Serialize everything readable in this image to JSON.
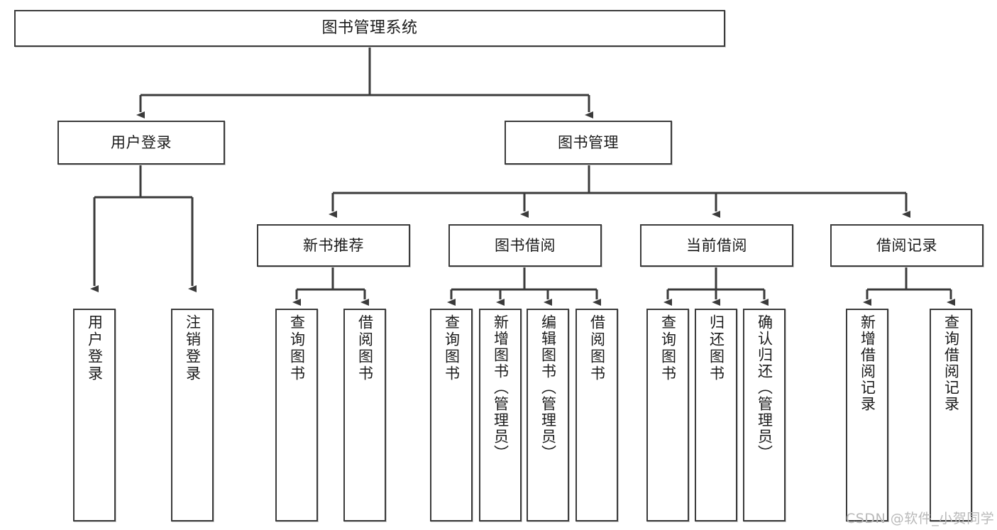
{
  "diagram": {
    "type": "tree",
    "title": "图书管理系统",
    "root": {
      "label": "图书管理系统"
    },
    "level2": [
      {
        "label": "用户登录"
      },
      {
        "label": "图书管理"
      }
    ],
    "level3": [
      {
        "label": "新书推荐"
      },
      {
        "label": "图书借阅"
      },
      {
        "label": "当前借阅"
      },
      {
        "label": "借阅记录"
      }
    ],
    "leaves": {
      "user_login": [
        {
          "label": "用户登录"
        },
        {
          "label": "注销登录"
        }
      ],
      "new_book_recommend": [
        {
          "label": "查询图书"
        },
        {
          "label": "借阅图书"
        }
      ],
      "book_borrow": [
        {
          "label": "查询图书"
        },
        {
          "label": "新增图书（管理员）"
        },
        {
          "label": "编辑图书（管理员）"
        },
        {
          "label": "借阅图书"
        }
      ],
      "current_borrow": [
        {
          "label": "查询图书"
        },
        {
          "label": "归还图书"
        },
        {
          "label": "确认归还（管理员）"
        }
      ],
      "borrow_record": [
        {
          "label": "新增借阅记录"
        },
        {
          "label": "查询借阅记录"
        }
      ]
    }
  },
  "colors": {
    "stroke": "#3b3b3b",
    "box_fill": "#ffffff",
    "text": "#1b1b1b",
    "watermark": "#b9b9b9",
    "background": "#ffffff"
  },
  "watermark": {
    "text": "CSDN @软件_小贺同学"
  }
}
